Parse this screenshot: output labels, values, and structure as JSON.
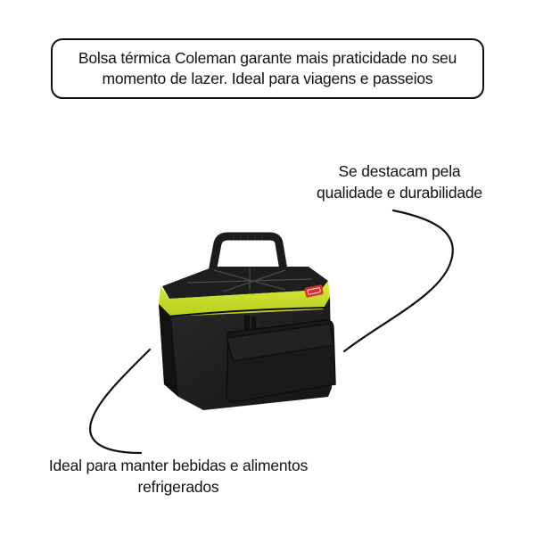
{
  "headline": {
    "line1": "Bolsa térmica Coleman garante mais praticidade no seu",
    "line2": "momento de lazer. Ideal para viagens e passeios"
  },
  "callouts": {
    "right": {
      "line1": "Se destacam pela",
      "line2": "qualidade e durabilidade"
    },
    "left": {
      "line1": "Ideal para manter bebidas e alimentos",
      "line2": "refrigerados"
    }
  },
  "product": {
    "name": "Coleman cooler bag",
    "brand_label": "Coleman",
    "colors": {
      "body": "#1c1c1c",
      "trim": "#c8de2a",
      "logo": "#d8322e"
    }
  }
}
